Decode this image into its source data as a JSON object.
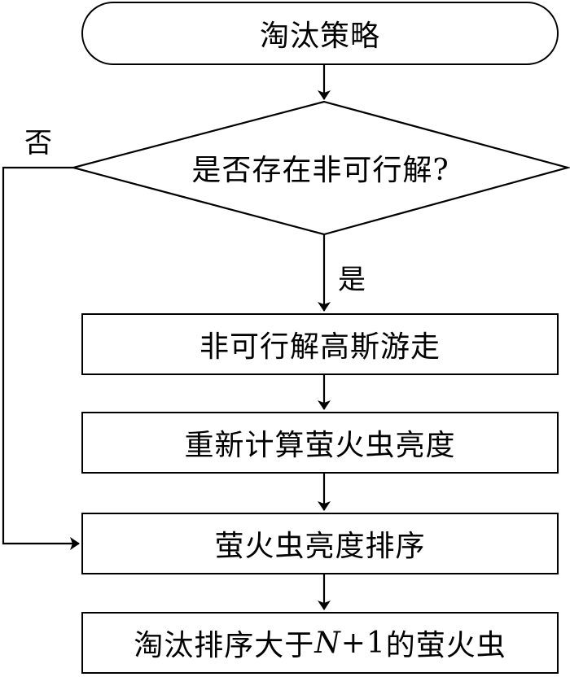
{
  "flowchart": {
    "start": "淘汰策略",
    "decision": "是否存在非可行解?",
    "yes_label": "是",
    "no_label": "否",
    "steps": [
      "非可行解高斯游走",
      "重新计算萤火虫亮度",
      "萤火虫亮度排序"
    ],
    "final": {
      "prefix": "淘汰排序大于",
      "var": "N",
      "middle": "+1",
      "suffix": "的萤火虫"
    }
  }
}
